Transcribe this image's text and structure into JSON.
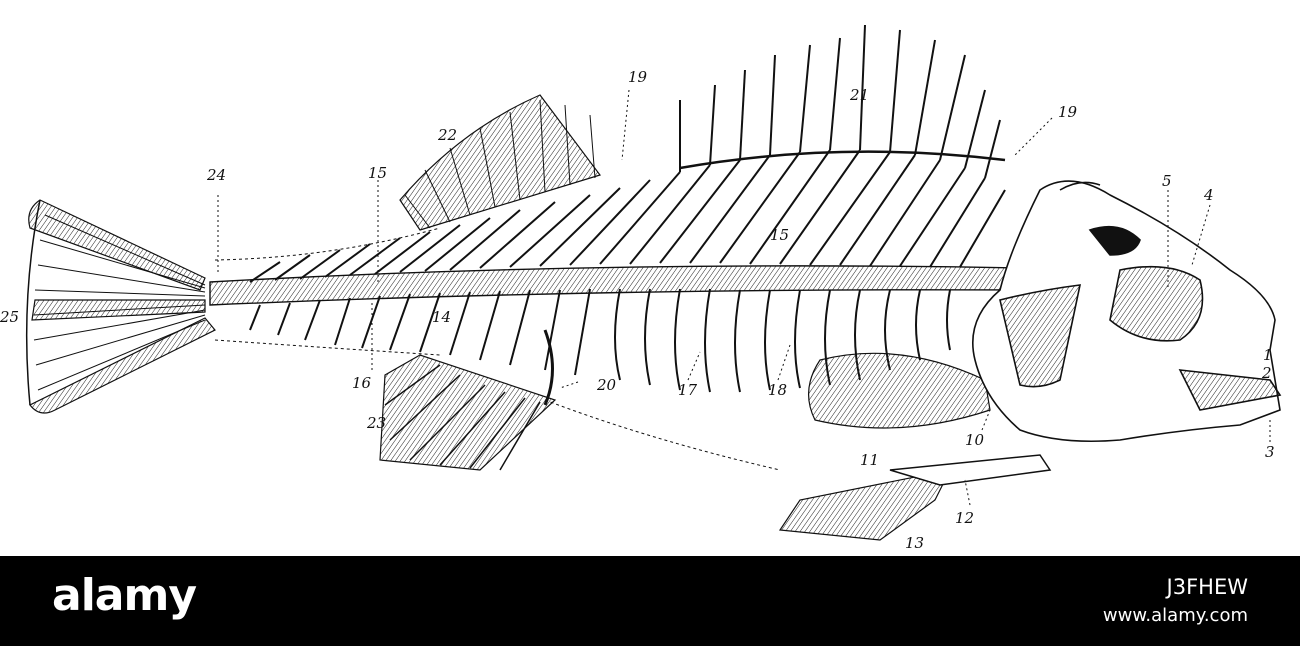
{
  "diagram": {
    "labels": {
      "l1": "1",
      "l2": "2",
      "l3": "3",
      "l4": "4",
      "l5": "5",
      "l10": "10",
      "l11": "11",
      "l12": "12",
      "l13": "13",
      "l14": "14",
      "l15a": "15",
      "l15b": "15",
      "l16": "16",
      "l17": "17",
      "l18": "18",
      "l19a": "19",
      "l19b": "19",
      "l20": "20",
      "l21": "21",
      "l22": "22",
      "l23": "23",
      "l24": "24",
      "l25": "25"
    }
  },
  "watermark": {
    "logo": "alamy",
    "image_id": "J3FHEW",
    "url": "www.alamy.com"
  }
}
